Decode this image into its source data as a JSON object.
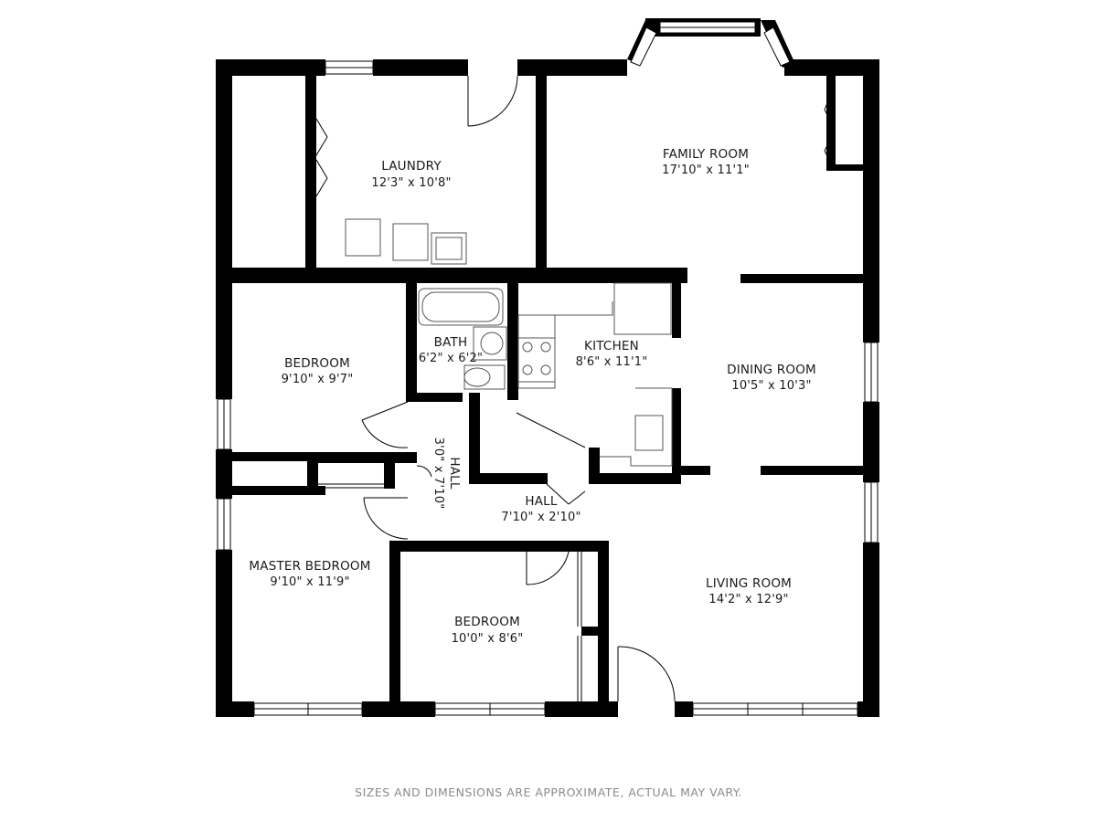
{
  "rooms": {
    "laundry": {
      "name": "LAUNDRY",
      "dims": "12'3\" x 10'8\""
    },
    "family_room": {
      "name": "FAMILY ROOM",
      "dims": "17'10\" x 11'1\""
    },
    "bedroom_1": {
      "name": "BEDROOM",
      "dims": "9'10\" x 9'7\""
    },
    "bath": {
      "name": "BATH",
      "dims": "6'2\" x 6'2\""
    },
    "kitchen": {
      "name": "KITCHEN",
      "dims": "8'6\" x 11'1\""
    },
    "dining_room": {
      "name": "DINING ROOM",
      "dims": "10'5\" x 10'3\""
    },
    "hall_vertical": {
      "name": "HALL",
      "dims": "3'0\" x 7'10\""
    },
    "hall_horizontal": {
      "name": "HALL",
      "dims": "7'10\" x 2'10\""
    },
    "master_bedroom": {
      "name": "MASTER BEDROOM",
      "dims": "9'10\" x 11'9\""
    },
    "bedroom_2": {
      "name": "BEDROOM",
      "dims": "10'0\" x 8'6\""
    },
    "living_room": {
      "name": "LIVING ROOM",
      "dims": "14'2\" x 12'9\""
    }
  },
  "footer": {
    "note": "SIZES AND DIMENSIONS ARE APPROXIMATE, ACTUAL MAY VARY."
  },
  "colors": {
    "wall": "#000000",
    "fixture": "#555555",
    "background": "#ffffff",
    "note": "#8a8a8a"
  }
}
